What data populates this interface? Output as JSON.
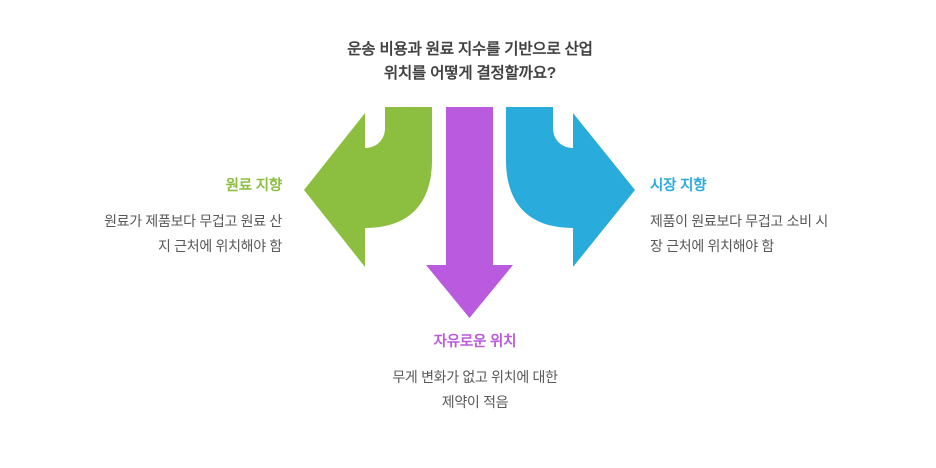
{
  "diagram": {
    "background_color": "#ffffff",
    "title": "운송 비용과 원료 지수를 기반으로 산업\n위치를 어떻게 결정할까요?",
    "title_color": "#424242"
  },
  "branches": {
    "left": {
      "label": "원료 지향",
      "description": "원료가 제품보다 무겁고 원료 산\n지 근처에 위치해야 함",
      "color": "#8CBF3F",
      "arrow_direction": "curve-left",
      "arrow_name": "green-curved-left-arrow"
    },
    "center": {
      "label": "자유로운 위치",
      "description": "무게 변화가 없고 위치에 대한\n제약이 적음",
      "color": "#B95ADF",
      "arrow_direction": "down",
      "arrow_name": "purple-down-arrow"
    },
    "right": {
      "label": "시장 지향",
      "description": "제품이 원료보다 무겁고 소비 시\n장 근처에 위치해야 함",
      "color": "#29ABDB",
      "arrow_direction": "curve-right",
      "arrow_name": "blue-curved-right-arrow"
    }
  },
  "text_colors": {
    "description": "#585858"
  }
}
